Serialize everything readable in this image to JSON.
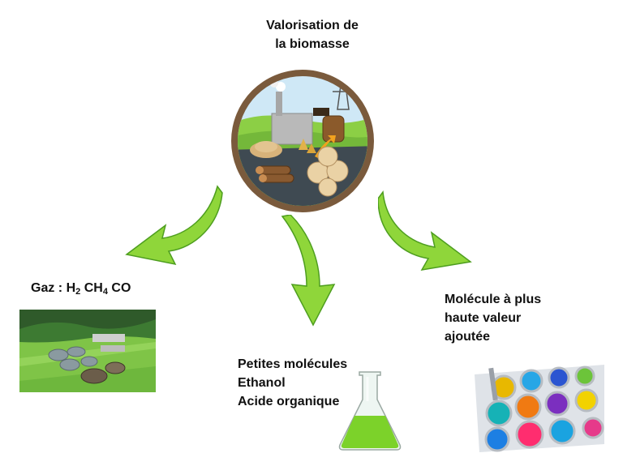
{
  "title": {
    "line1": "Valorisation de",
    "line2": "la biomasse"
  },
  "branches": {
    "gas": {
      "prefix": "Gaz : H",
      "h_sub": "2",
      "ch": " CH",
      "ch_sub": "4",
      "suffix": " CO"
    },
    "small_molecules": {
      "line1": "Petites molécules",
      "line2": "Ethanol",
      "line3": "Acide organique"
    },
    "high_value": {
      "line1": "Molécule à plus",
      "line2": "haute valeur",
      "line3": "ajoutée"
    }
  },
  "colors": {
    "arrow_light": "#9be33a",
    "arrow_dark": "#3d9a1a",
    "circle_ring": "#7a5a3c",
    "flask_liquid": "#7cd22a"
  }
}
